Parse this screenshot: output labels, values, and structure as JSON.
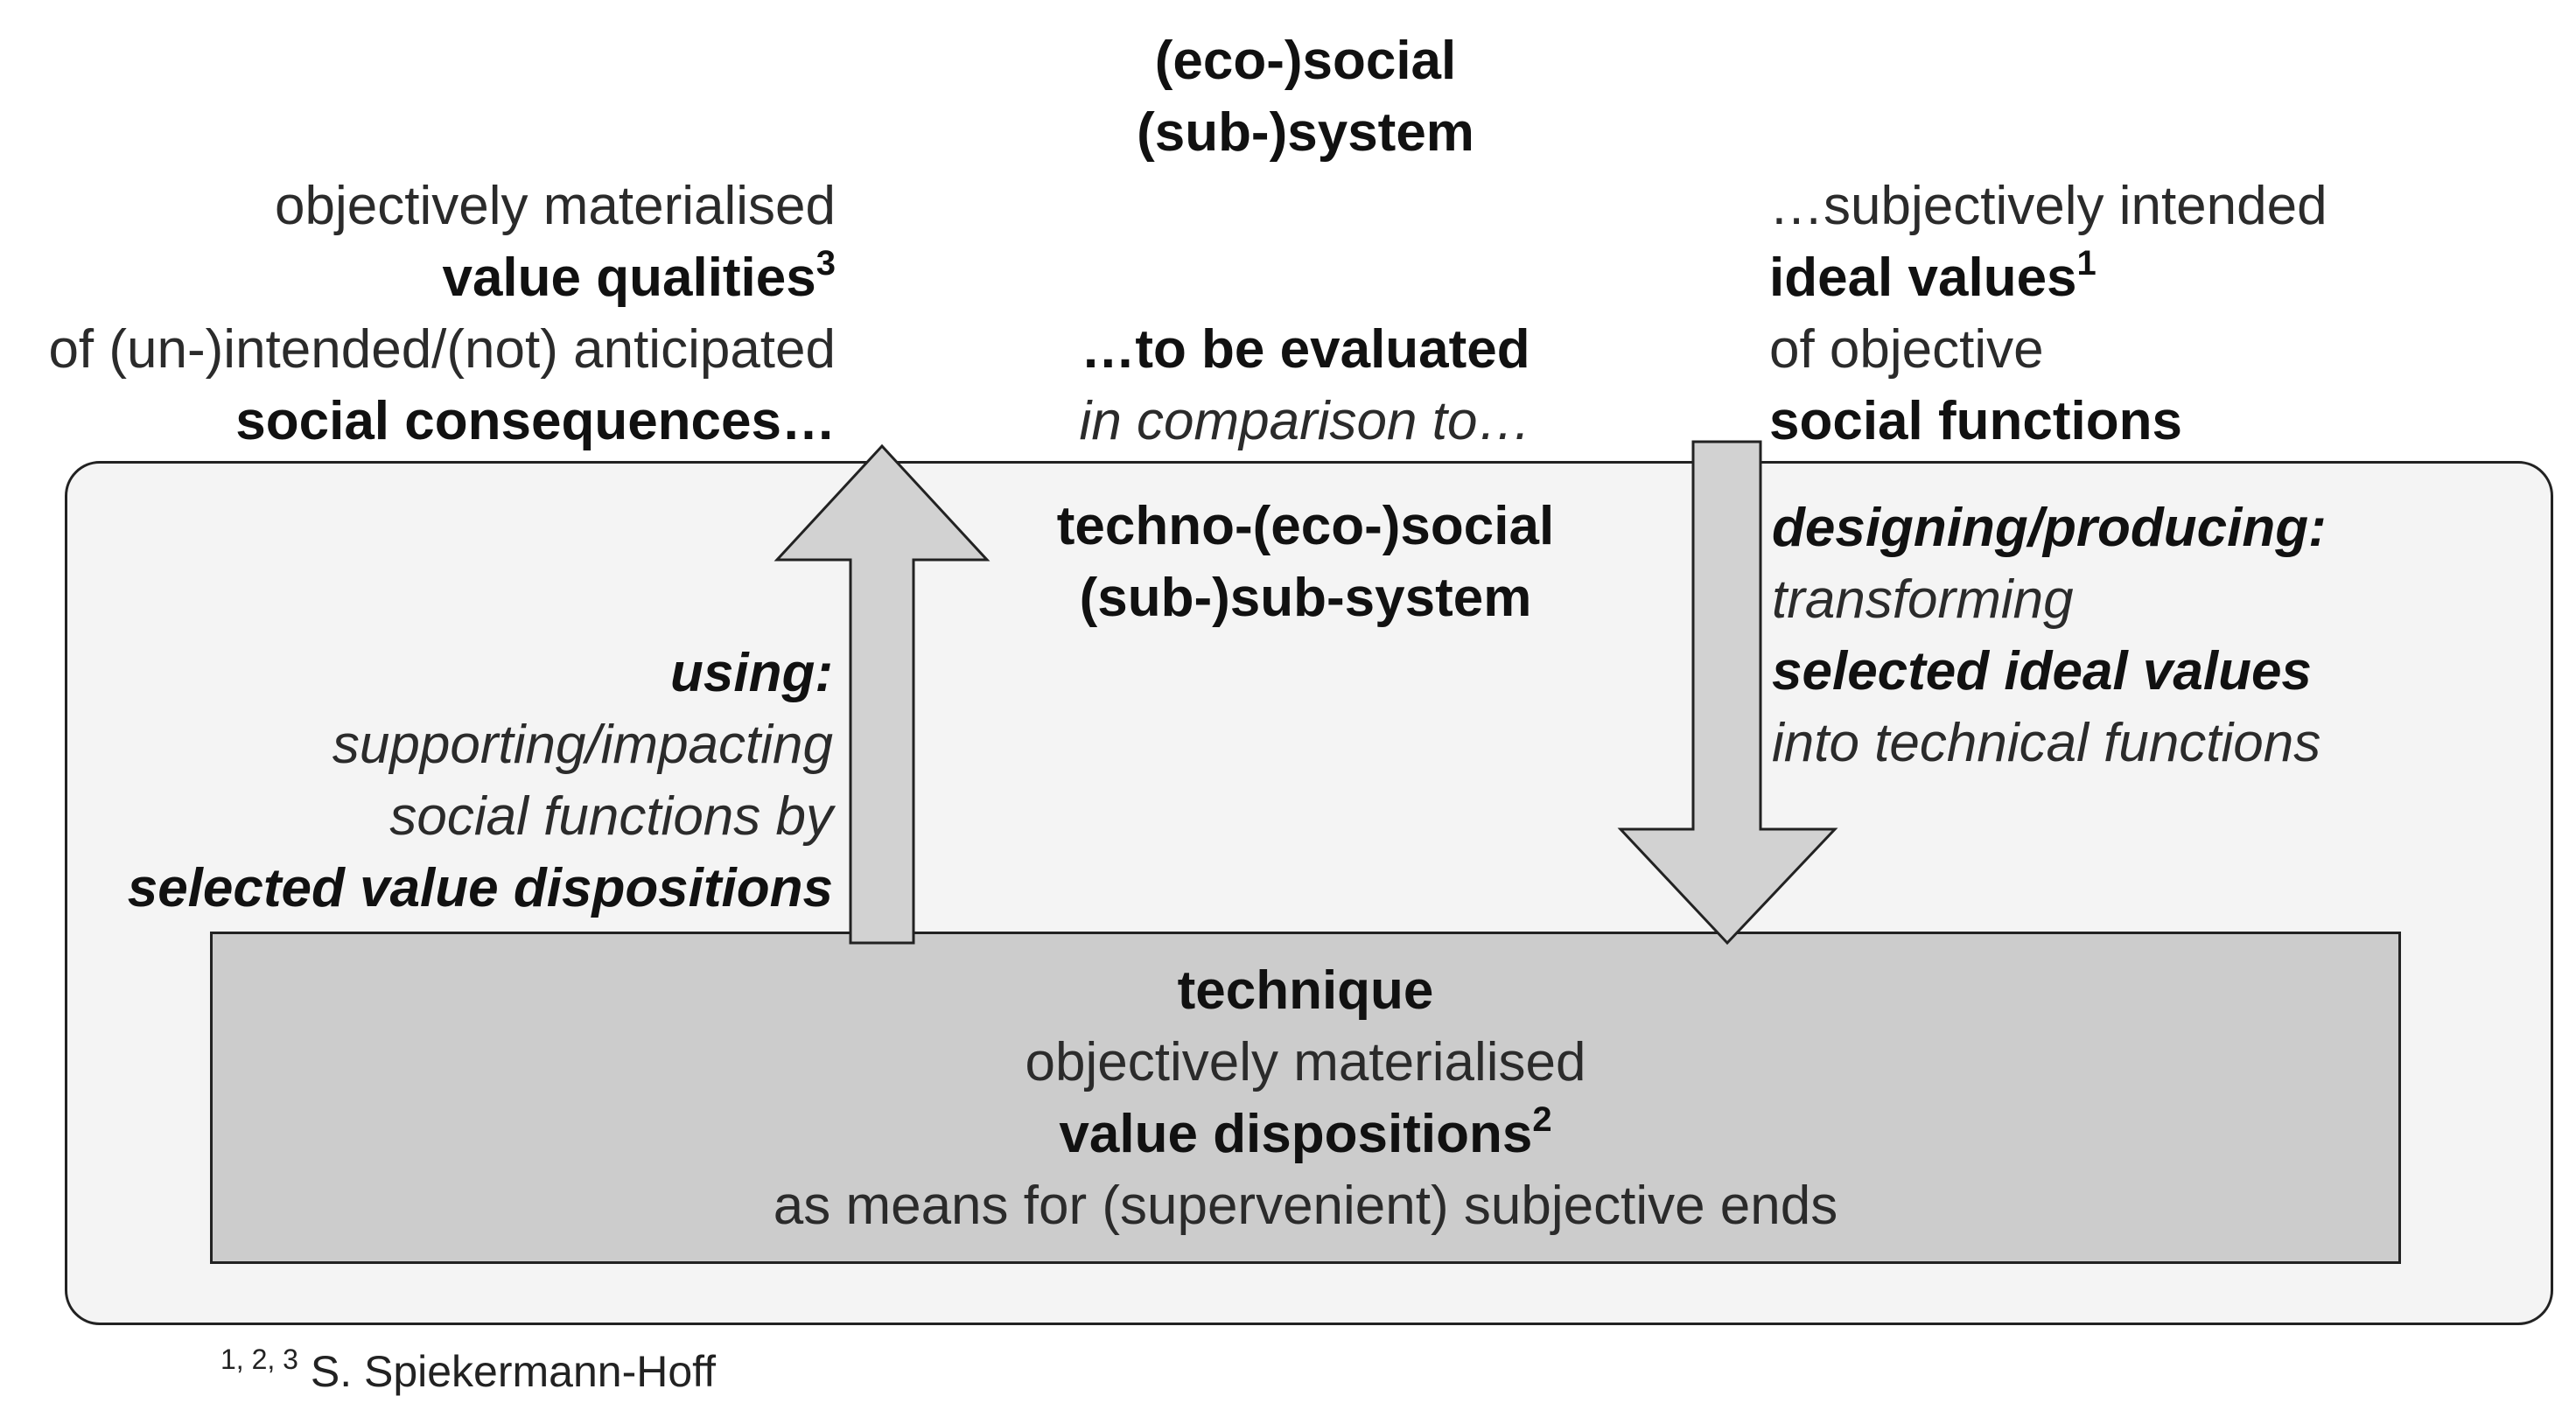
{
  "colors": {
    "outer_box_fill": "#f4f4f4",
    "technique_box_fill": "#cccccc",
    "arrow_fill": "#d2d2d2",
    "stroke": "#222222"
  },
  "top_title": {
    "line1": "(eco-)social",
    "line2": "(sub-)system"
  },
  "left_block": {
    "line1": "objectively materialised",
    "line2": "value qualities",
    "line2_sup": "3",
    "line3": "of (un-)intended/(not) anticipated",
    "line4": "social consequences…"
  },
  "middle_block": {
    "line1": "…to be evaluated",
    "line2": "in comparison to…"
  },
  "right_block": {
    "line1": "…subjectively intended",
    "line2": "ideal values",
    "line2_sup": "1",
    "line3": "of objective",
    "line4": "social functions"
  },
  "inner_title": {
    "line1": "techno-(eco-)social",
    "line2": "(sub-)sub-system"
  },
  "using_block": {
    "line1": "using:",
    "line2": "supporting/impacting",
    "line3": "social functions by",
    "line4": "selected value dispositions"
  },
  "designing_block": {
    "line1": "designing/producing:",
    "line2": "transforming",
    "line3": "selected ideal values",
    "line4": "into technical functions"
  },
  "technique_block": {
    "line1": "technique",
    "line2": "objectively materialised",
    "line3": "value dispositions",
    "line3_sup": "2",
    "line4": "as means for (supervenient) subjective ends"
  },
  "footnote": {
    "marks": "1, 2, 3",
    "text": " S. Spiekermann-Hoff"
  }
}
